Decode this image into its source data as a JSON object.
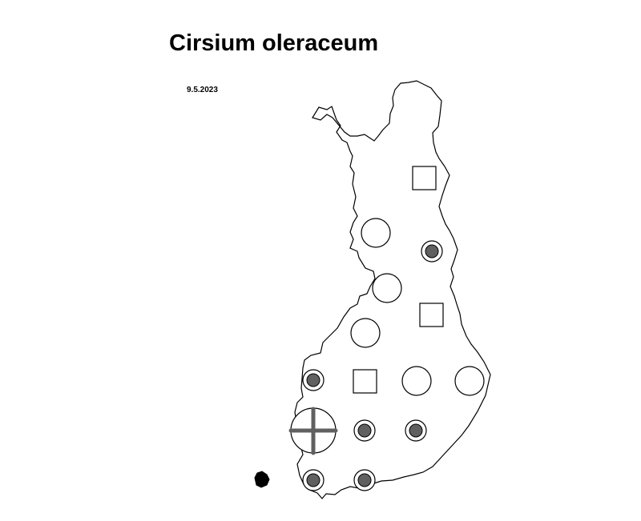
{
  "map": {
    "title": "Cirsium oleraceum",
    "date": "9.5.2023",
    "colors": {
      "outline": "#000000",
      "filled_dot": "#606060",
      "cross": "#606060",
      "island": "#000000"
    },
    "legend_symbols_present": [
      "open-circle",
      "open-square",
      "circle-with-filled-dot",
      "large-circle-with-cross"
    ]
  }
}
